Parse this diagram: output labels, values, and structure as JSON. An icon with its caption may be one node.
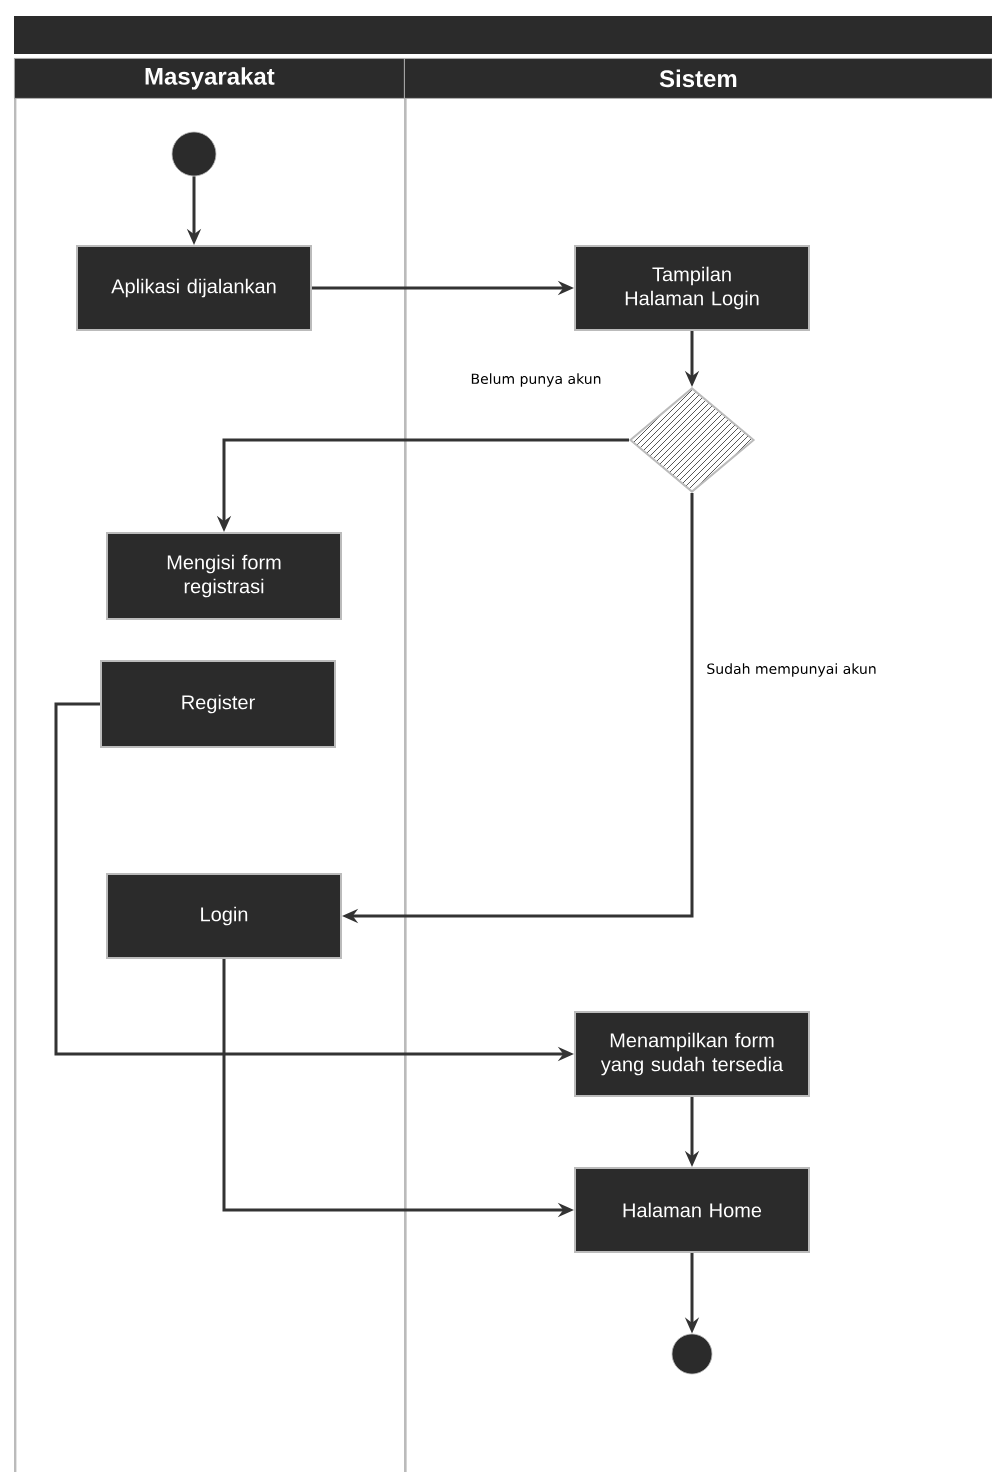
{
  "diagram": {
    "nodes": [
      {
        "text": [
          "Masyarakat"
        ]
      },
      {
        "text": [
          "Sistem"
        ]
      },
      {
        "text": [],
        "shape": "circle",
        "in": 0
      },
      {
        "text": [
          "Aplikasi dijalankan"
        ],
        "in": 0
      },
      {
        "text": [
          "Tampilan Halaman Login"
        ],
        "in": 1
      },
      {
        "text": [],
        "shape": "diamond",
        "in": 1
      },
      {
        "text": [
          "Mengisi form registrasi"
        ],
        "in": 0
      },
      {
        "text": [
          "Register"
        ],
        "in": 0
      },
      {
        "text": [
          "Login"
        ],
        "in": 0
      },
      {
        "text": [
          "Menampilkan form yang sudah tersedia"
        ],
        "in": 1
      },
      {
        "text": [
          "Halaman Home"
        ],
        "in": 1
      },
      {
        "text": [],
        "shape": "circle",
        "in": 1
      }
    ],
    "edges": [
      {
        "from": 2,
        "to": 3,
        "arrow": "to"
      },
      {
        "from": 3,
        "to": 4,
        "arrow": "to"
      },
      {
        "from": 4,
        "to": 5,
        "arrow": "to"
      },
      {
        "from": 5,
        "to": 6,
        "arrow": "to",
        "label": "Belum punya akun"
      },
      {
        "from": 5,
        "to": 8,
        "arrow": "to",
        "label": "Sudah mempunyai akun"
      },
      {
        "from": 7,
        "to": 9,
        "arrow": "to"
      },
      {
        "from": 8,
        "to": 10,
        "arrow": "to"
      },
      {
        "from": 9,
        "to": 10,
        "arrow": "to"
      },
      {
        "from": 10,
        "to": 11,
        "arrow": "to"
      }
    ]
  }
}
